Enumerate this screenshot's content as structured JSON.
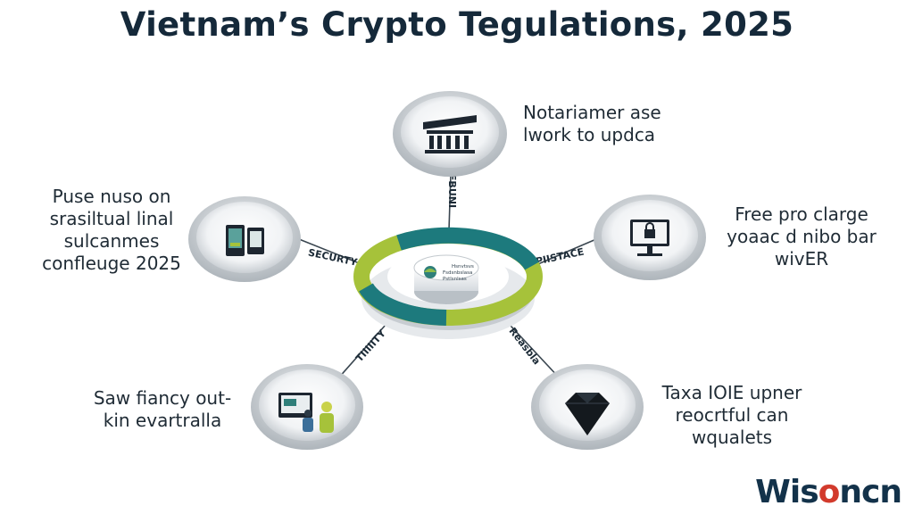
{
  "title": "Vietnam’s Crypto Tegulations, 2025",
  "spoke_labels": {
    "top": "FBUNI",
    "left": "SECURTY",
    "right": "PIISTACE",
    "bottom_left": "TIIIIITY",
    "bottom_right": "Reasbla"
  },
  "hub_text": [
    "Hsnvtsvs",
    "Fsdsnbslasa",
    "Pstlsnlsas"
  ],
  "nodes": {
    "top": {
      "icon": "bank-building-icon",
      "lines": [
        "Notariamer ase",
        "lwork to updca"
      ]
    },
    "left": {
      "icon": "mobile-devices-icon",
      "lines": [
        "Puse nuso on",
        "srasiltual linal",
        "sulcanmes",
        "confleuge 2025"
      ]
    },
    "right": {
      "icon": "computer-lock-icon",
      "lines": [
        "Free pro clarge",
        "yoaac d nibo bar",
        "wivER"
      ]
    },
    "bottom_left": {
      "icon": "people-laptop-icon",
      "lines": [
        "Saw fiancy out-",
        "kin evartralla"
      ]
    },
    "bottom_right": {
      "icon": "diamond-icon",
      "lines": [
        "Taxa IOIE upner",
        "reocrtful can",
        "wqualets"
      ]
    }
  },
  "brand": {
    "prefix": "Wis",
    "accent": "o",
    "suffix": "ncn"
  },
  "colors": {
    "teal": "#1d7a7d",
    "lime": "#a6c23a",
    "dark_navy": "#15293a",
    "accent_red": "#d23a2c"
  }
}
